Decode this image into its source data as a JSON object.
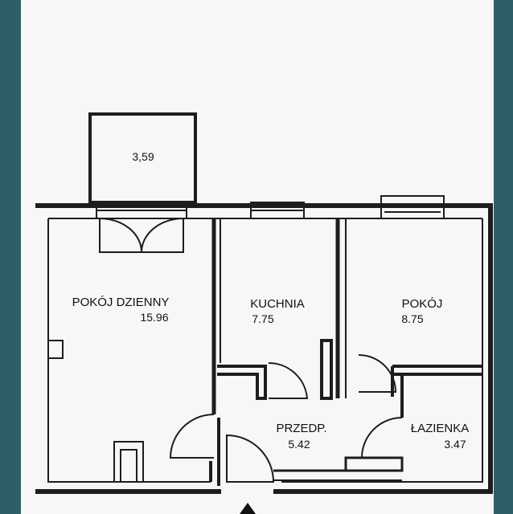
{
  "rooms": {
    "balcony": {
      "area": "3,59"
    },
    "living_room": {
      "name": "POKÓJ DZIENNY",
      "area": "15.96"
    },
    "kitchen": {
      "name": "KUCHNIA",
      "area": "7.75"
    },
    "room": {
      "name": "POKÓJ",
      "area": "8.75"
    },
    "hallway": {
      "name": "PRZEDP.",
      "area": "5.42"
    },
    "bathroom": {
      "name": "ŁAZIENKA",
      "area": "3.47"
    }
  }
}
